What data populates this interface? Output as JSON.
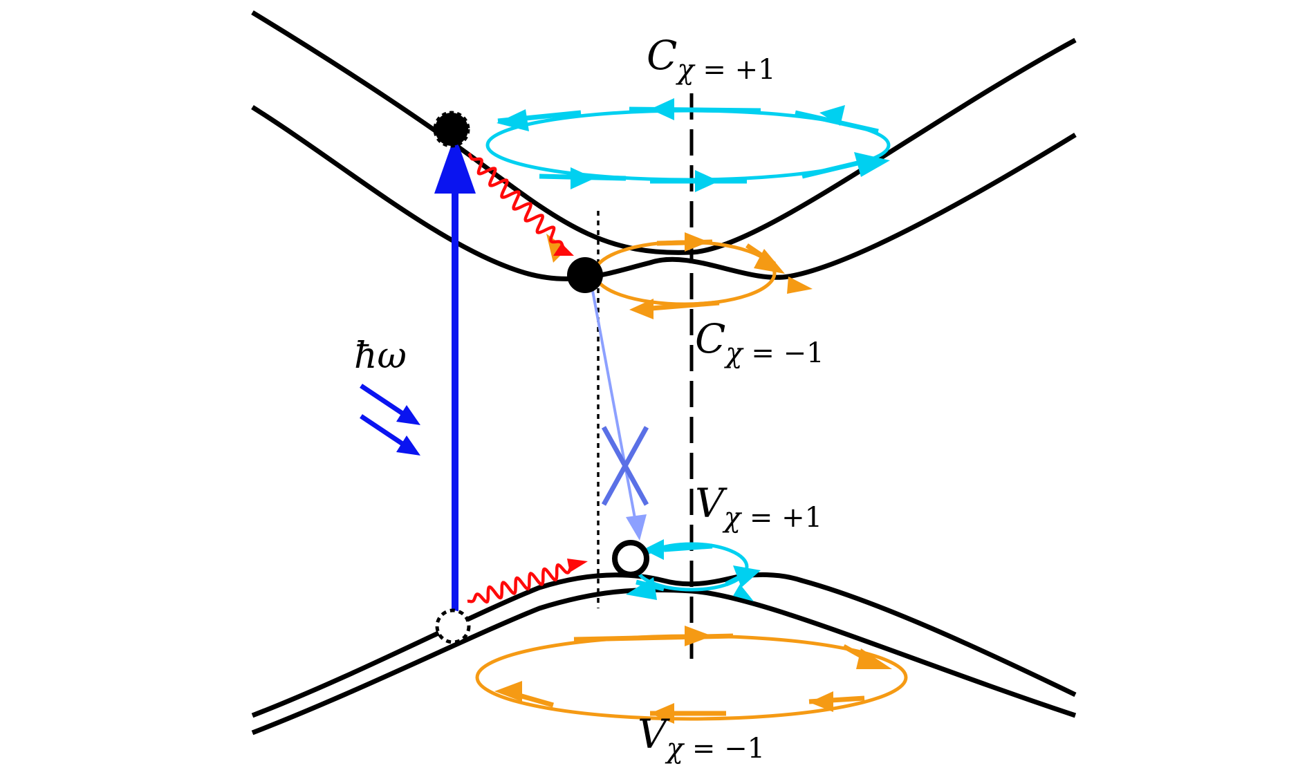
{
  "labels": {
    "c_plus": {
      "main": "C",
      "sub_var": "χ",
      "sub_rest": " = +1"
    },
    "c_minus": {
      "main": "C",
      "sub_var": "χ",
      "sub_rest": " = −1"
    },
    "v_plus": {
      "main": "V",
      "sub_var": "χ",
      "sub_rest": " = +1"
    },
    "v_minus": {
      "main": "V",
      "sub_var": "χ",
      "sub_rest": " = −1"
    },
    "photon": "ħω"
  },
  "colors": {
    "band": "#000000",
    "cyan_loop": "#00d0f0",
    "orange_loop": "#f59a14",
    "pump_arrow": "#0a14f0",
    "relax_arrow": "#ff0a0a",
    "forbidden_transition": "#8ca0ff",
    "forbidden_cross": "#5a70e6"
  }
}
